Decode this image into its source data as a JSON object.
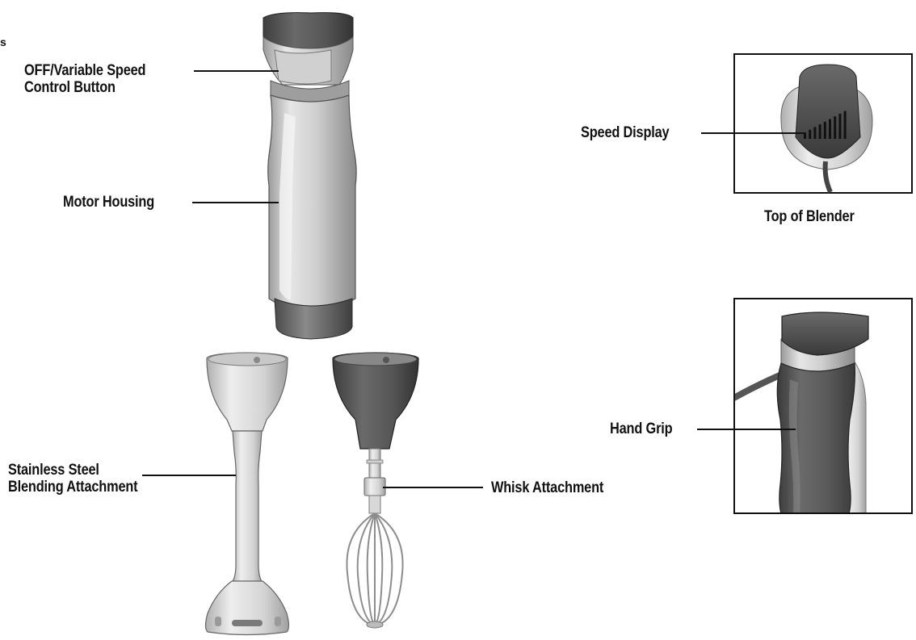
{
  "labels": {
    "control_button": {
      "line1": "OFF/Variable Speed",
      "line2": "Control Button"
    },
    "motor_housing": "Motor Housing",
    "blending_attachment": {
      "line1": "Stainless Steel",
      "line2": "Blending Attachment"
    },
    "whisk_attachment": "Whisk Attachment",
    "speed_display": "Speed Display",
    "top_of_blender": "Top of Blender",
    "hand_grip": "Hand Grip"
  },
  "edge_mark": "s",
  "colors": {
    "ink": "#111111",
    "steel_light": "#d9d9d9",
    "steel_mid": "#b5b5b5",
    "steel_dark": "#6e6e6e",
    "grip_dark": "#555555",
    "cap_dark": "#4a4a4a"
  },
  "speed_display": {
    "bars": 9
  }
}
